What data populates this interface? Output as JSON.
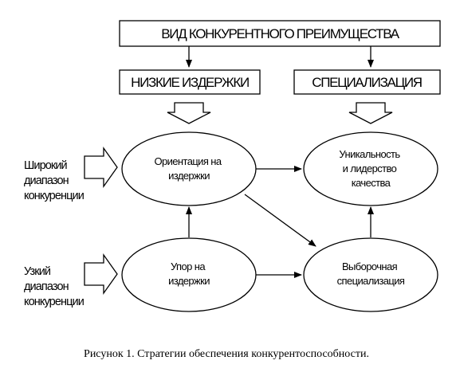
{
  "top_box": "ВИД КОНКУРЕНТНОГО ПРЕИМУЩЕСТВА",
  "boxes": {
    "low_costs": "НИЗКИЕ ИЗДЕРЖКИ",
    "specialization": "СПЕЦИАЛИЗАЦИЯ"
  },
  "nodes": {
    "cost_orientation": [
      "Ориентация на",
      "издержки"
    ],
    "uniqueness": [
      "Уникальность",
      "и лидерство",
      "качества"
    ],
    "cost_focus": [
      "Упор на",
      "издержки"
    ],
    "selective_spec": [
      "Выборочная",
      "специализация"
    ]
  },
  "side_labels": {
    "wide": [
      "Широкий",
      "диапазон",
      "конкуренции"
    ],
    "narrow": [
      "Узкий",
      "диапазон",
      "конкуренции"
    ]
  },
  "caption": "Рисунок 1. Стратегии обеспечения конкурентоспособности."
}
